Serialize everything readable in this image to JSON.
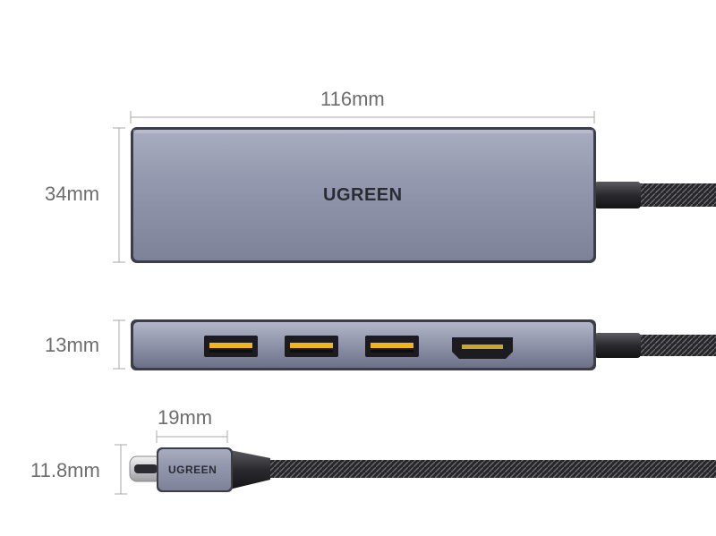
{
  "dimensions": {
    "length_top": "116mm",
    "width_top": "34mm",
    "height_side": "13mm",
    "connector_length": "19mm",
    "connector_height": "11.8mm"
  },
  "device": {
    "brand_top": "UGREEN",
    "brand_connector": "UGREEN",
    "ports": [
      "usb-a-port",
      "usb-a-port",
      "usb-a-port",
      "hdmi-port"
    ]
  },
  "colors": {
    "body": "#8f93a8",
    "cable": "#2b2b2f",
    "dimension_line": "#a9a9a9"
  }
}
